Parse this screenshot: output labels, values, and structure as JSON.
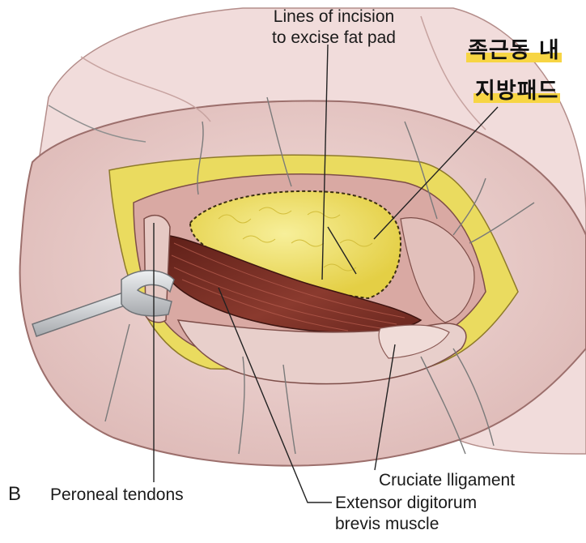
{
  "panel_letter": "B",
  "labels": {
    "incision_line1": "Lines of incision",
    "incision_line2": "to excise fat pad",
    "korean_line1": "족근동 내",
    "korean_line2": "지방패드",
    "peroneal": "Peroneal tendons",
    "cruciate": "Cruciate lligament",
    "edb_line1": "Extensor digitorum",
    "edb_line2": "brevis muscle"
  },
  "colors": {
    "skin": "#ecd2d0",
    "skin_edge": "#9c6f6c",
    "fat": "#efe06a",
    "muscle": "#7a2e24",
    "highlight": "#f7d544",
    "retractor": "#c8cacc"
  }
}
